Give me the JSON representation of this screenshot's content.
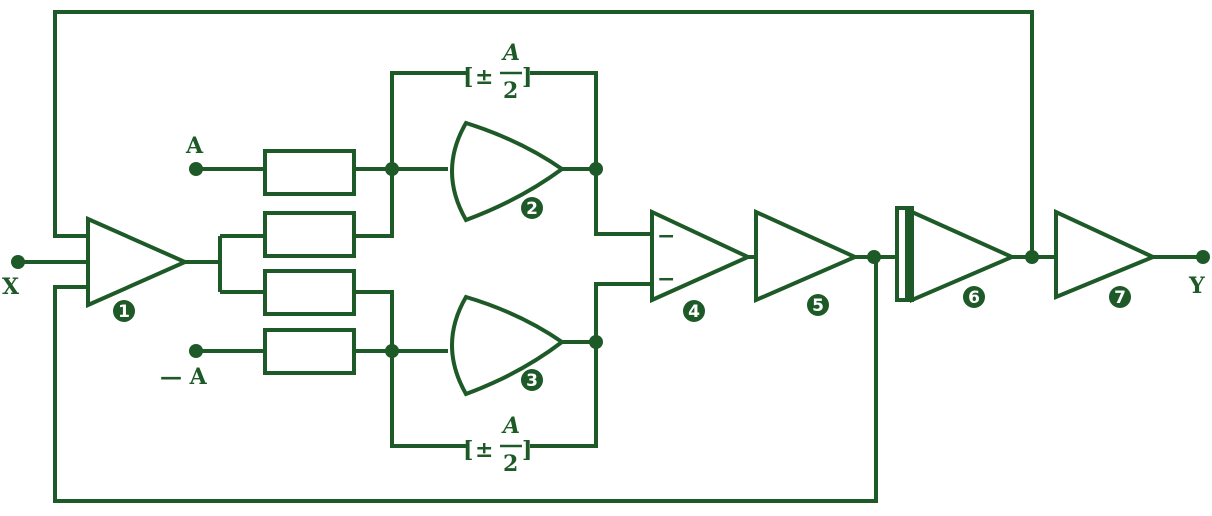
{
  "labels": {
    "input": "X",
    "output": "Y",
    "ref_pos": "A",
    "ref_neg": "— A",
    "limit_top": {
      "pm": "±",
      "num": "A",
      "den": "2"
    },
    "limit_bottom": {
      "pm": "±",
      "num": "A",
      "den": "2"
    }
  },
  "block_numbers": [
    "1",
    "2",
    "3",
    "4",
    "5",
    "6",
    "7"
  ],
  "minus_sign": "−",
  "colors": {
    "line": "#1e5a28",
    "background": "#ffffff"
  }
}
